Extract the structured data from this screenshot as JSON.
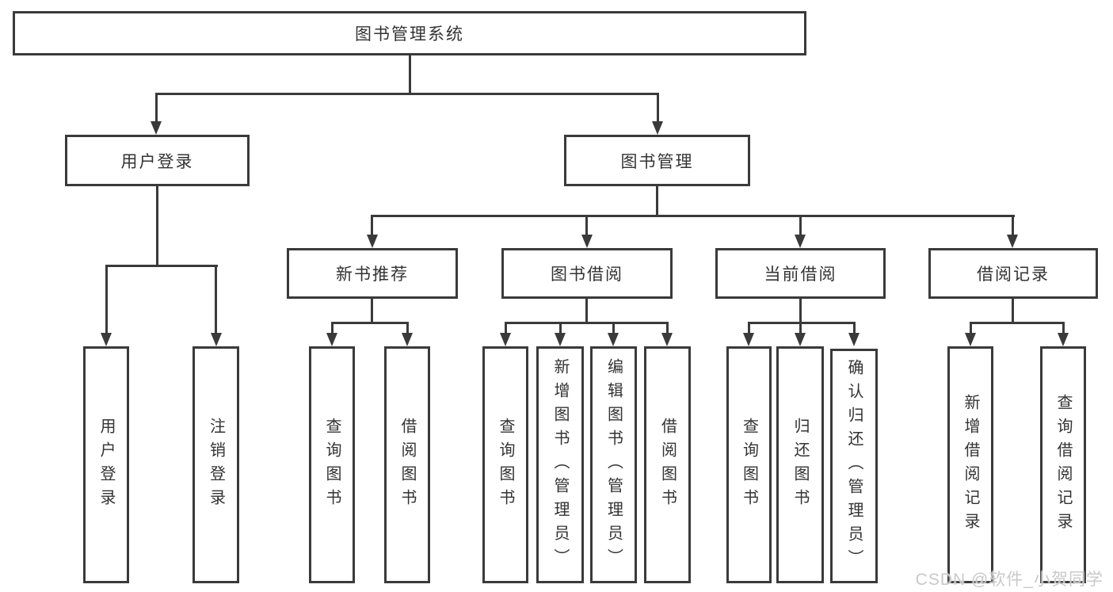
{
  "diagram": {
    "root": {
      "label": "图书管理系统"
    },
    "user_login": {
      "label": "用户登录",
      "children": {
        "login": {
          "label": "用户登录"
        },
        "logout": {
          "label": "注销登录"
        }
      }
    },
    "book_mgmt": {
      "label": "图书管理",
      "sections": {
        "new_book_rec": {
          "label": "新书推荐",
          "children": {
            "query_book": {
              "label": "查询图书"
            },
            "borrow_book": {
              "label": "借阅图书"
            }
          }
        },
        "book_borrow": {
          "label": "图书借阅",
          "children": {
            "query_book": {
              "label": "查询图书"
            },
            "add_book": {
              "label": "新增图书（管理员）"
            },
            "edit_book": {
              "label": "编辑图书（管理员）"
            },
            "borrow_book": {
              "label": "借阅图书"
            }
          }
        },
        "current_borrow": {
          "label": "当前借阅",
          "children": {
            "query_book": {
              "label": "查询图书"
            },
            "return_book": {
              "label": "归还图书"
            },
            "confirm_return": {
              "label": "确认归还（管理员）"
            }
          }
        },
        "borrow_record": {
          "label": "借阅记录",
          "children": {
            "add_record": {
              "label": "新增借阅记录"
            },
            "query_record": {
              "label": "查询借阅记录"
            }
          }
        }
      }
    }
  },
  "colors": {
    "line": "#3a3a3a",
    "text": "#333333",
    "watermark": "#c9c9c9"
  },
  "watermark": {
    "text": "CSDN @软件_小贺同学"
  }
}
